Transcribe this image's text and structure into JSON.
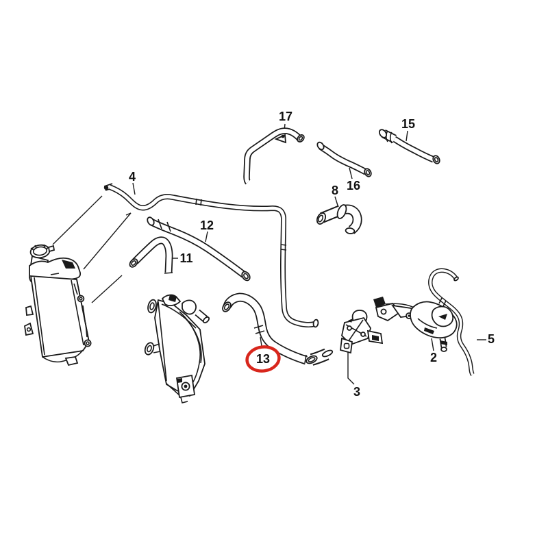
{
  "diagram": {
    "type": "parts-diagram",
    "background": "#ffffff",
    "line_color": "#1a1a1a",
    "highlight_color": "#d8261c",
    "highlighted_part": "13",
    "labels": {
      "p2": "2",
      "p3": "3",
      "p4": "4",
      "p5": "5",
      "p8": "8",
      "p11": "11",
      "p12": "12",
      "p13": "13",
      "p15": "15",
      "p16": "16",
      "p17": "17"
    }
  }
}
